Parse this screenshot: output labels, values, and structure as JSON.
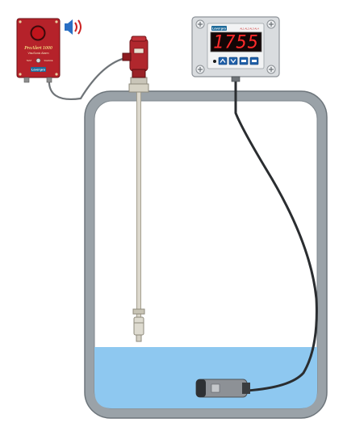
{
  "alarm": {
    "brand_line": "ProAlert 1000",
    "subtitle": "VisuSonic Alarm",
    "label_left": "TEST",
    "label_right": "SILENCE",
    "logo_text": "Level pro"
  },
  "display": {
    "logo_text": "Level pro",
    "indicators": "AL1 AL2 AL3 AL4",
    "reading": "1755"
  },
  "colors": {
    "alarm_body": "#b5222a",
    "alarm_button": "#c0141c",
    "display_digits": "#ff2a2a",
    "tank_wall": "#9aa2a8",
    "liquid": "#8ec8f0",
    "sensor_head": "#b0272d",
    "sound_waves": "#cc2222",
    "speaker": "#2a6fc4"
  },
  "icons": {
    "speaker": "speaker-sound-icon",
    "display_buttons": [
      "up-arrow-icon",
      "down-arrow-icon",
      "menu-icon",
      "enter-icon"
    ]
  }
}
